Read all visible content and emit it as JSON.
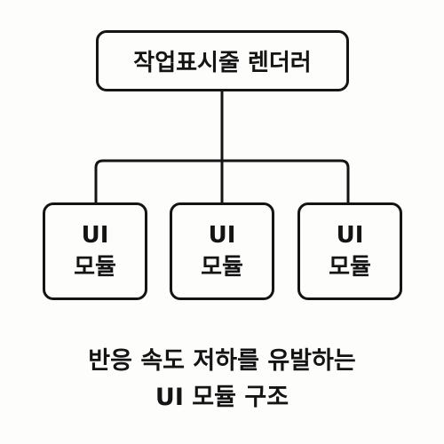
{
  "diagram": {
    "root": {
      "label": "작업표시줄 렌더러"
    },
    "modules": [
      {
        "line1": "UI",
        "line2": "모듈"
      },
      {
        "line1": "UI",
        "line2": "모듈"
      },
      {
        "line1": "UI",
        "line2": "모듈"
      }
    ],
    "caption": {
      "line1": "반응 속도 저하를 유발하는",
      "line2": "UI 모듈 구조"
    }
  },
  "colors": {
    "stroke": "#141414",
    "background": "#fdfdfc"
  }
}
